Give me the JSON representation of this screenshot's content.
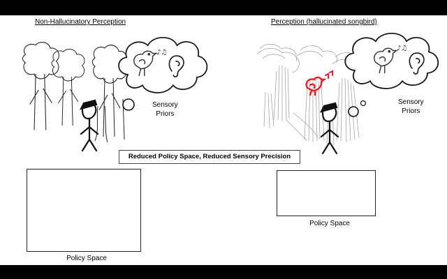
{
  "left_panel": {
    "title": "Non-Hallucinatory Perception",
    "sensory_label_line1": "Sensory",
    "sensory_label_line2": "Priors",
    "policy_label": "Policy Space"
  },
  "right_panel": {
    "title": "Perception (hallucinated songbird)",
    "sensory_label_line1": "Sensory",
    "sensory_label_line2": "Priors",
    "policy_label": "Policy Space"
  },
  "center_label": "Reduced Policy Space, Reduced Sensory Precision",
  "colors": {
    "hallucination": "#e8202a",
    "ink": "#111111",
    "faded": "#9a9a9a"
  },
  "icons": [
    "tree-icon",
    "bird-icon",
    "music-note-icon",
    "ear-icon",
    "binoculars-icon",
    "eye-icon",
    "footprint-icon",
    "person-icon",
    "thought-cloud-icon",
    "arrow-icon"
  ]
}
